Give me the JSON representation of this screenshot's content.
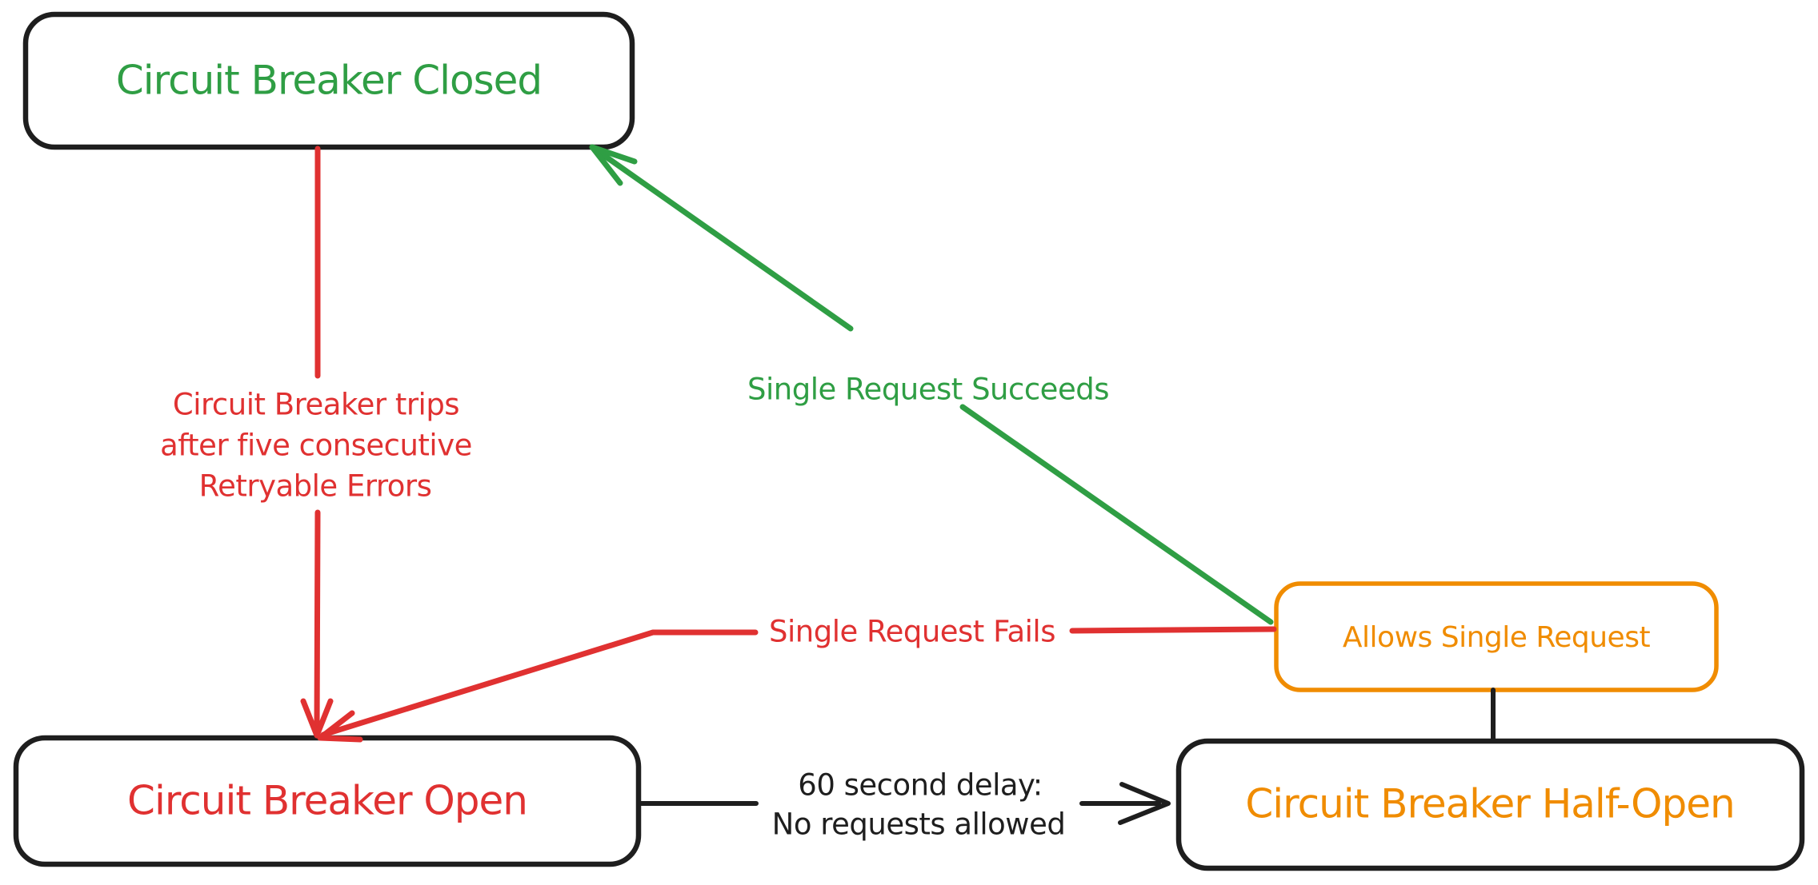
{
  "diagram": {
    "title_hint": "Circuit Breaker state diagram",
    "colors": {
      "black": "#1e1e1e",
      "green": "#2f9e44",
      "red": "#e03131",
      "orange": "#f08c00",
      "background": "#ffffff"
    },
    "nodes": {
      "closed": {
        "label": "Circuit Breaker Closed"
      },
      "open": {
        "label": "Circuit Breaker Open"
      },
      "half_open": {
        "label": "Circuit Breaker Half-Open"
      },
      "allows": {
        "label": "Allows Single Request"
      }
    },
    "edges": {
      "trip": {
        "label_lines": [
          "Circuit Breaker trips",
          "after five consecutive",
          "Retryable Errors"
        ],
        "from": "closed",
        "to": "open"
      },
      "succeeds": {
        "label": "Single Request Succeeds",
        "from": "allows",
        "to": "closed"
      },
      "fails": {
        "label": "Single Request Fails",
        "from": "allows",
        "to": "open"
      },
      "delay": {
        "label_lines": [
          "60 second delay:",
          "No requests allowed"
        ],
        "from": "open",
        "to": "half_open"
      },
      "connector": {
        "from": "half_open",
        "to": "allows"
      }
    }
  }
}
